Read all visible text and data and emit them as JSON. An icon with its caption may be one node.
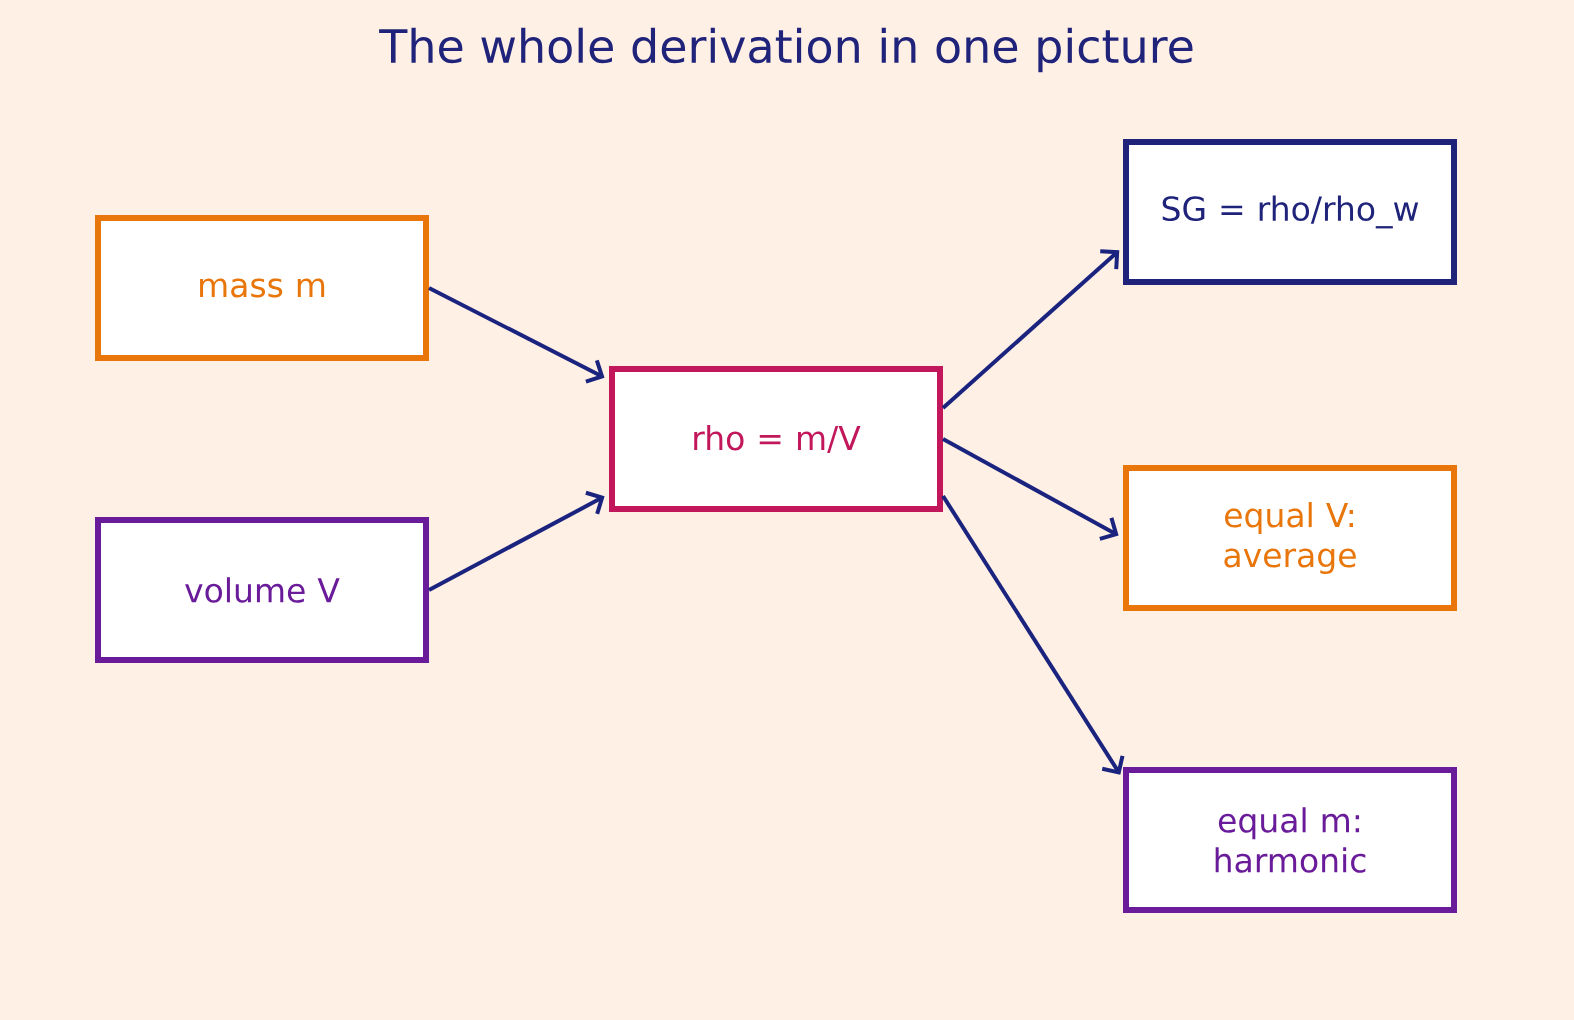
{
  "diagram": {
    "title": "The whole derivation in one picture",
    "nodes": [
      {
        "text": [
          "mass m"
        ]
      },
      {
        "text": [
          "volume V"
        ]
      },
      {
        "text": [
          "rho = m/V"
        ]
      },
      {
        "text": [
          "SG = rho/rho_w"
        ]
      },
      {
        "text": [
          "equal V: average"
        ]
      },
      {
        "text": [
          "equal m: harmonic"
        ]
      }
    ],
    "edges": [
      {
        "from": 0,
        "to": 2,
        "arrow": "to"
      },
      {
        "from": 1,
        "to": 2,
        "arrow": "to"
      },
      {
        "from": 2,
        "to": 3,
        "arrow": "to"
      },
      {
        "from": 2,
        "to": 4,
        "arrow": "to"
      },
      {
        "from": 2,
        "to": 5,
        "arrow": "to"
      }
    ]
  }
}
